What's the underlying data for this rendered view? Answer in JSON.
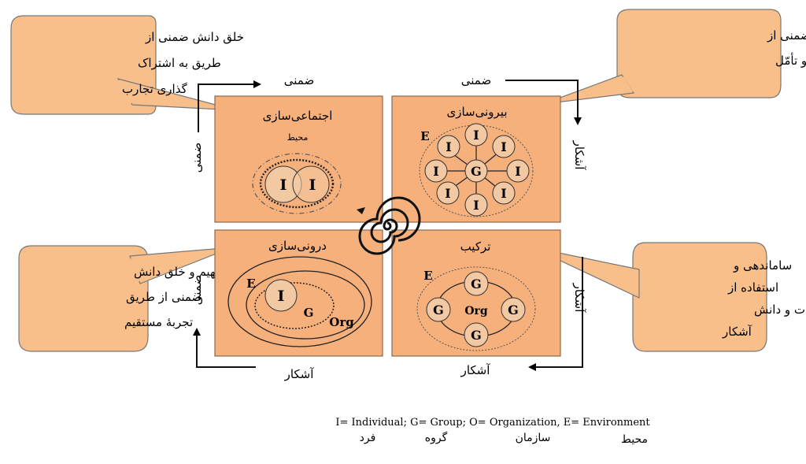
{
  "quadrants": {
    "socialization": {
      "title": "اجتماعی‌سازی",
      "subtitle": "محیط",
      "nodes": [
        "I",
        "I"
      ]
    },
    "externalization": {
      "title": "بیرونی‌سازی",
      "env": "E",
      "center": "G",
      "nodes": [
        "I",
        "I",
        "I",
        "I",
        "I",
        "I",
        "I",
        "I"
      ]
    },
    "internalization": {
      "title": "درونی‌سازی",
      "env": "E",
      "i": "I",
      "g": "G",
      "org": "Org"
    },
    "combination": {
      "title": "ترکیب",
      "env": "E",
      "center": "Org",
      "nodes": [
        "G",
        "G",
        "G",
        "G"
      ]
    }
  },
  "arrow_labels": {
    "top_left": "ضمنی",
    "top_right": "ضمنی",
    "left_top": "ضمنی",
    "left_bottom": "ضمنی",
    "right_top": "آشکار",
    "right_bottom": "آشکار",
    "bottom_left": "آشکار",
    "bottom_right": "آشکار"
  },
  "callouts": {
    "top_left": [
      "خلق دانش ضمنی از",
      "طریق به اشتراک",
      "گذاری تجارب"
    ],
    "top_right": [
      "بیان دانش ضمنی از",
      "طریق گفت‌وگو و تأمّل"
    ],
    "bottom_left": [
      "تسهیم و خلق دانش",
      "ضمنی از طریق",
      "تجربهٔ مستقیم"
    ],
    "bottom_right": [
      "ساماندهی و",
      "استفاده از",
      "اطّلاعات و دانش",
      "آشکار"
    ]
  },
  "legend": {
    "text": "I= Individual; G= Group; O= Organization, E= Environment",
    "terms": [
      "فرد",
      "گروه",
      "سازمان",
      "محیط"
    ]
  },
  "colors": {
    "quadrant_fill": "#f6b07b",
    "callout_fill": "#f9bf8a",
    "node_fill": "#f3c9a4"
  }
}
